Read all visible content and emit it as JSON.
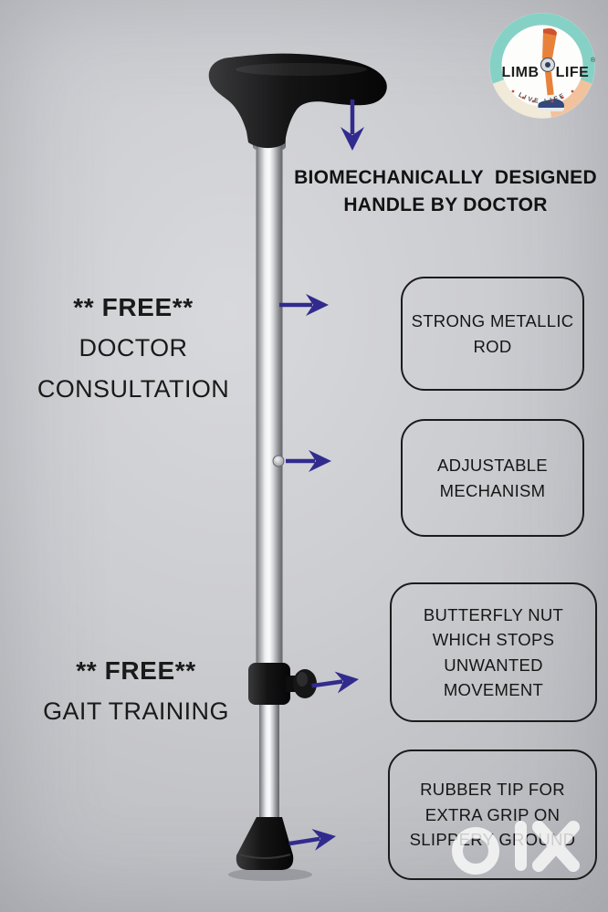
{
  "logo": {
    "brand_left": "LIMB",
    "brand_right": "LIFE",
    "registered_mark": "®",
    "tagline": "LIVE LIFE",
    "ring_teal": "#86d1c6",
    "ring_cream": "#f1ead9",
    "ring_peach": "#f2c29d",
    "leg_orange": "#e8823b",
    "shoe_navy": "#31497f"
  },
  "handle_note": {
    "line1": "BIOMECHANICALLY  DESIGNED",
    "line2": "HANDLE BY DOCTOR"
  },
  "free_doctor": {
    "line1": "** FREE**",
    "line2": "DOCTOR",
    "line3": "CONSULTATION"
  },
  "free_gait": {
    "line1": "** FREE**",
    "line2": "GAIT TRAINING"
  },
  "callouts": [
    {
      "id": "strong-metallic-rod",
      "lines": [
        "STRONG METALLIC",
        "ROD"
      ]
    },
    {
      "id": "adjustable-mechanism",
      "lines": [
        "ADJUSTABLE",
        "MECHANISM"
      ]
    },
    {
      "id": "butterfly-nut",
      "lines": [
        "BUTTERFLY NUT",
        "WHICH STOPS",
        "UNWANTED",
        "MOVEMENT"
      ]
    },
    {
      "id": "rubber-tip",
      "lines": [
        "RUBBER TIP FOR",
        "EXTRA GRIP ON",
        "SLIPPERY GROUND"
      ]
    }
  ],
  "watermark": {
    "brand": "olx",
    "color": "#ffffff"
  },
  "colors": {
    "arrow": "#322b8e",
    "text": "#141414",
    "box_border": "#1b1b1b",
    "background": "#c9cacd"
  }
}
